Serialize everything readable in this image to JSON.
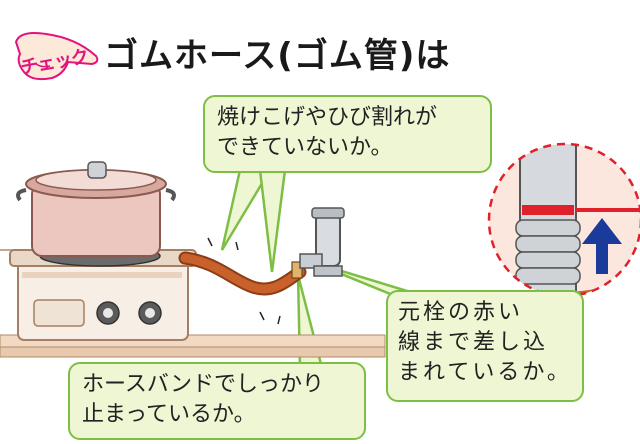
{
  "header": {
    "check_label": "チェック",
    "title": "ゴムホース(ゴム管)は"
  },
  "callouts": {
    "top": "焼けこげやひび割れが\nできていないか。",
    "right": "元栓の赤い\n線まで差し込\nまれているか。",
    "bottom": "ホースバンドでしっかり\n止まっているか。"
  },
  "colors": {
    "callout_border": "#7cbf44",
    "callout_fill": "#eef6d4",
    "hose": "#c8612b",
    "check_pink": "#e2137e",
    "red_line": "#e0202a",
    "arrow_blue": "#1b3b9a"
  },
  "icons": [
    "pointing-hand-icon",
    "up-arrow-icon"
  ]
}
